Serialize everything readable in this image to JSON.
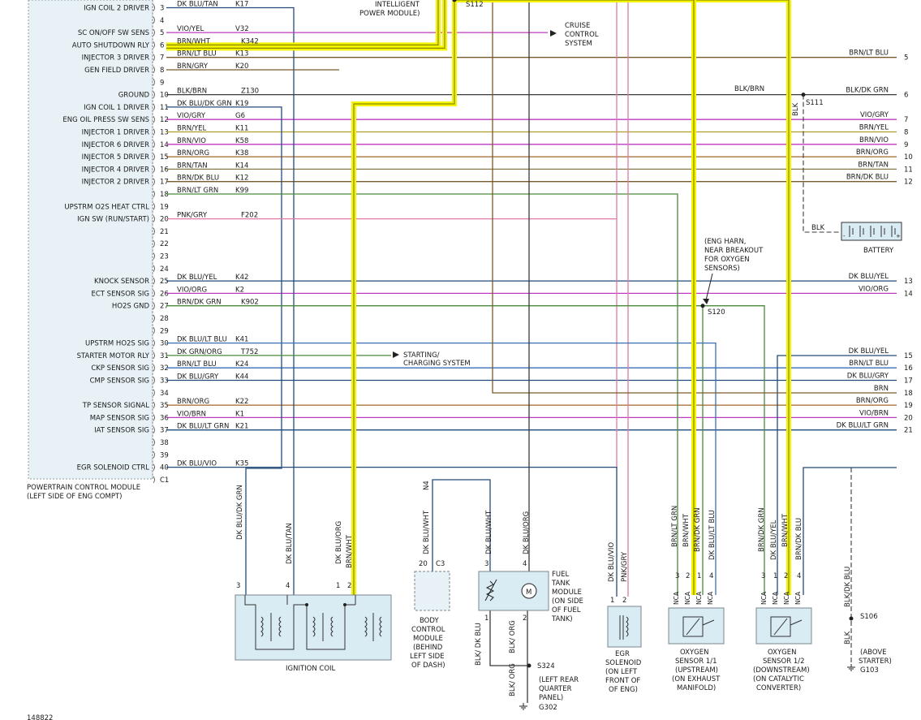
{
  "pcm": {
    "title_line1": "POWERTRAIN CONTROL MODULE",
    "title_line2": "(LEFT SIDE OF ENG COMPT)",
    "pins": [
      {
        "num": "3",
        "name": "IGN COIL 2 DRIVER",
        "wire": "DK BLU/TAN",
        "circuit": "K17"
      },
      {
        "num": "4",
        "name": "",
        "wire": "",
        "circuit": ""
      },
      {
        "num": "5",
        "name": "SC ON/OFF SW SENS",
        "wire": "VIO/YEL",
        "circuit": "V32"
      },
      {
        "num": "6",
        "name": "AUTO SHUTDOWN RLY",
        "wire": "BRN/WHT",
        "circuit": "K342"
      },
      {
        "num": "7",
        "name": "INJECTOR 3 DRIVER",
        "wire": "BRN/LT BLU",
        "circuit": "K13"
      },
      {
        "num": "8",
        "name": "GEN FIELD DRIVER",
        "wire": "BRN/GRY",
        "circuit": "K20"
      },
      {
        "num": "9",
        "name": "",
        "wire": "",
        "circuit": ""
      },
      {
        "num": "10",
        "name": "GROUND",
        "wire": "BLK/BRN",
        "circuit": "Z130"
      },
      {
        "num": "11",
        "name": "IGN COIL 1 DRIVER",
        "wire": "DK BLU/DK GRN",
        "circuit": "K19"
      },
      {
        "num": "12",
        "name": "ENG OIL PRESS SW SENS",
        "wire": "VIO/GRY",
        "circuit": "G6"
      },
      {
        "num": "13",
        "name": "INJECTOR 1 DRIVER",
        "wire": "BRN/YEL",
        "circuit": "K11"
      },
      {
        "num": "14",
        "name": "INJECTOR 6 DRIVER",
        "wire": "BRN/VIO",
        "circuit": "K58"
      },
      {
        "num": "15",
        "name": "INJECTOR 5 DRIVER",
        "wire": "BRN/ORG",
        "circuit": "K38"
      },
      {
        "num": "16",
        "name": "INJECTOR 4 DRIVER",
        "wire": "BRN/TAN",
        "circuit": "K14"
      },
      {
        "num": "17",
        "name": "INJECTOR 2 DRIVER",
        "wire": "BRN/DK BLU",
        "circuit": "K12"
      },
      {
        "num": "18",
        "name": "",
        "wire": "BRN/LT GRN",
        "circuit": "K99"
      },
      {
        "num": "19",
        "name": "UPSTRM O2S HEAT CTRL",
        "wire": "",
        "circuit": ""
      },
      {
        "num": "20",
        "name": "IGN SW (RUN/START)",
        "wire": "PNK/GRY",
        "circuit": "F202"
      },
      {
        "num": "21",
        "name": "",
        "wire": "",
        "circuit": ""
      },
      {
        "num": "22",
        "name": "",
        "wire": "",
        "circuit": ""
      },
      {
        "num": "23",
        "name": "",
        "wire": "",
        "circuit": ""
      },
      {
        "num": "24",
        "name": "",
        "wire": "",
        "circuit": ""
      },
      {
        "num": "25",
        "name": "KNOCK SENSOR",
        "wire": "DK BLU/YEL",
        "circuit": "K42"
      },
      {
        "num": "26",
        "name": "ECT SENSOR SIG",
        "wire": "VIO/ORG",
        "circuit": "K2"
      },
      {
        "num": "27",
        "name": "HO2S GND",
        "wire": "BRN/DK GRN",
        "circuit": "K902"
      },
      {
        "num": "28",
        "name": "",
        "wire": "",
        "circuit": ""
      },
      {
        "num": "29",
        "name": "",
        "wire": "",
        "circuit": ""
      },
      {
        "num": "30",
        "name": "UPSTRM HO2S SIG",
        "wire": "DK BLU/LT BLU",
        "circuit": "K41"
      },
      {
        "num": "31",
        "name": "STARTER MOTOR RLY",
        "wire": "DK GRN/ORG",
        "circuit": "T752"
      },
      {
        "num": "32",
        "name": "CKP SENSOR SIG",
        "wire": "BRN/LT BLU",
        "circuit": "K24"
      },
      {
        "num": "33",
        "name": "CMP SENSOR SIG",
        "wire": "DK BLU/GRY",
        "circuit": "K44"
      },
      {
        "num": "34",
        "name": "",
        "wire": "",
        "circuit": ""
      },
      {
        "num": "35",
        "name": "TP SENSOR SIGNAL",
        "wire": "BRN/ORG",
        "circuit": "K22"
      },
      {
        "num": "36",
        "name": "MAP SENSOR SIG",
        "wire": "VIO/BRN",
        "circuit": "K1"
      },
      {
        "num": "37",
        "name": "IAT SENSOR SIG",
        "wire": "DK BLU/LT GRN",
        "circuit": "K21"
      },
      {
        "num": "38",
        "name": "",
        "wire": "",
        "circuit": ""
      },
      {
        "num": "39",
        "name": "",
        "wire": "",
        "circuit": ""
      },
      {
        "num": "40",
        "name": "EGR SOLENOID CTRL",
        "wire": "DK BLU/VIO",
        "circuit": "K35"
      },
      {
        "num": "C1",
        "name": "",
        "wire": "",
        "circuit": ""
      }
    ]
  },
  "right_edge": [
    {
      "num": "5",
      "wire": "BRN/LT BLU"
    },
    {
      "num": "6",
      "wire": "BLK/DK GRN"
    },
    {
      "num": "7",
      "wire": "VIO/GRY"
    },
    {
      "num": "8",
      "wire": "BRN/YEL"
    },
    {
      "num": "9",
      "wire": "BRN/VIO"
    },
    {
      "num": "10",
      "wire": "BRN/ORG"
    },
    {
      "num": "11",
      "wire": "BRN/TAN"
    },
    {
      "num": "12",
      "wire": "BRN/DK BLU"
    },
    {
      "num": "13",
      "wire": "DK BLU/YEL"
    },
    {
      "num": "14",
      "wire": "VIO/ORG"
    },
    {
      "num": "15",
      "wire": "DK BLU/YEL"
    },
    {
      "num": "16",
      "wire": "BRN/LT BLU"
    },
    {
      "num": "17",
      "wire": "DK BLU/GRY"
    },
    {
      "num": "18",
      "wire": "BRN"
    },
    {
      "num": "19",
      "wire": "BRN/ORG"
    },
    {
      "num": "20",
      "wire": "VIO/BRN"
    },
    {
      "num": "21",
      "wire": "DK BLU/LT GRN"
    }
  ],
  "labels": {
    "ipm_line1": "INTELLIGENT",
    "ipm_line2": "POWER MODULE)",
    "s112": "S112",
    "cruise_line1": "CRUISE",
    "cruise_line2": "CONTROL",
    "cruise_line3": "SYSTEM",
    "blk_brn": "BLK/BRN",
    "s111": "S111",
    "blk_vert": "BLK",
    "blk_batt": "BLK",
    "battery": "BATTERY",
    "eng_harn_line1": "(ENG HARN,",
    "eng_harn_line2": "NEAR BREAKOUT",
    "eng_harn_line3": "FOR OXYGEN",
    "eng_harn_line4": "SENSORS)",
    "s120": "S120",
    "starting_line1": "STARTING/",
    "starting_line2": "CHARGING SYSTEM",
    "figure_number": "148822"
  },
  "ignition_coil": {
    "name": "IGNITION COIL",
    "wires": [
      "DK BLU/DK GRN",
      "DK BLU/TAN",
      "DK BLU/ORG",
      "BRN/WHT"
    ],
    "pins": [
      "3",
      "4",
      "1",
      "2"
    ]
  },
  "bcm": {
    "wire": "DK BLU/WHT",
    "pin": "20",
    "connector": "C3",
    "circuit": "N4",
    "name_lines": [
      "BODY",
      "CONTROL",
      "MODULE",
      "(BEHIND",
      "LEFT SIDE",
      "OF DASH)"
    ]
  },
  "fuel_tank": {
    "wires": [
      "DK BLU/WHT",
      "DK BLU/ORG"
    ],
    "pins": [
      "3",
      "4",
      "1",
      "2"
    ],
    "bottom_wires": [
      "BLK/ DK BLU",
      "BLK/ ORG"
    ],
    "name_lines": [
      "FUEL",
      "TANK",
      "MODULE",
      "(ON SIDE",
      "OF FUEL",
      "TANK)"
    ],
    "splice": "S324",
    "splice_loc": [
      "(LEFT REAR",
      "QUARTER",
      "PANEL)"
    ],
    "ground_wire": "BLK/ ORG",
    "ground": "G302",
    "motor_symbol": "M"
  },
  "egr": {
    "wires": [
      "DK BLU/VIO",
      "PNK/GRY"
    ],
    "pins": [
      "1",
      "2"
    ],
    "name_lines": [
      "EGR",
      "SOLENOID",
      "(ON LEFT",
      "FRONT OF",
      "OF ENG)"
    ]
  },
  "o2_upstream": {
    "wires": [
      "BRN/LT GRN",
      "BRN/WHT",
      "BRN/DK GRN",
      "DK BLU/LT BLU"
    ],
    "pins": [
      "3",
      "2",
      "1",
      "4"
    ],
    "nca": "NCA",
    "name_lines": [
      "OXYGEN",
      "SENSOR 1/1",
      "(UPSTREAM)",
      "(ON EXHAUST",
      "MANIFOLD)"
    ]
  },
  "o2_downstream": {
    "wires": [
      "BRN/DK GRN",
      "DK BLU/YEL",
      "BRN/WHT",
      "BRN/DK BLU"
    ],
    "pins": [
      "3",
      "1",
      "2",
      "4"
    ],
    "nca": "NCA",
    "name_lines": [
      "OXYGEN",
      "SENSOR 1/2",
      "(DOWNSTREAM)",
      "(ON CATALYTIC",
      "CONVERTER)"
    ]
  },
  "starter_ground": {
    "wire": "BLK/DK BLU",
    "splice": "S106",
    "wire2": "BLK",
    "loc_lines": [
      "(ABOVE",
      "STARTER)"
    ],
    "ground": "G103"
  },
  "colors": {
    "highlight": "#f4f400",
    "highlight_core": "#8a8a00",
    "dk_blu": "#234a7a",
    "blu_lt": "#3a6fb3",
    "vio": "#c03ac0",
    "pnk": "#e07aa8",
    "brn": "#7a5a2a",
    "brn_yel": "#b59a2a",
    "grn": "#4a8a3a",
    "blk": "#3a3a3a",
    "tan": "#8a7a4a",
    "org": "#a0672a"
  }
}
